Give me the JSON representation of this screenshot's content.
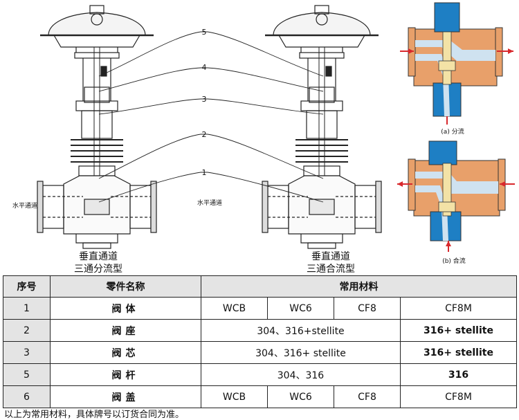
{
  "drawing": {
    "callouts": [
      "5",
      "4",
      "3",
      "2",
      "1"
    ],
    "left_valve": {
      "side_label": "水平通道",
      "caption_line1": "垂直通道",
      "caption_line2": "三通分流型"
    },
    "right_valve": {
      "side_label": "水平通道",
      "caption_line1": "垂直通道",
      "caption_line2": "三通合流型"
    },
    "section_a_caption": "(a) 分流",
    "section_b_caption": "(b) 合流"
  },
  "table": {
    "headers": {
      "seq": "序号",
      "part": "零件名称",
      "material": "常用材料"
    },
    "rows": [
      {
        "seq": "1",
        "part": "阀体",
        "m1": "WCB",
        "m2": "WC6",
        "m3": "CF8",
        "m4": "CF8M"
      },
      {
        "seq": "2",
        "part": "阀座",
        "m123": "304、316+stellite",
        "m4": "316+ stellite"
      },
      {
        "seq": "3",
        "part": "阀芯",
        "m123": "304、316+ stellite",
        "m4": "316+ stellite"
      },
      {
        "seq": "5",
        "part": "阀杆",
        "m123": "304、316",
        "m4": "316"
      },
      {
        "seq": "6",
        "part": "阀盖",
        "m1": "WCB",
        "m2": "WC6",
        "m3": "CF8",
        "m4": "CF8M"
      }
    ]
  },
  "footnote": "以上为常用材料，具体牌号以订货合同为准。",
  "colors": {
    "body_orange": "#e8a06a",
    "flow_blue": "#1e7fc4",
    "plug_yellow": "#f3e2a6",
    "arrow_red": "#d8282c"
  }
}
